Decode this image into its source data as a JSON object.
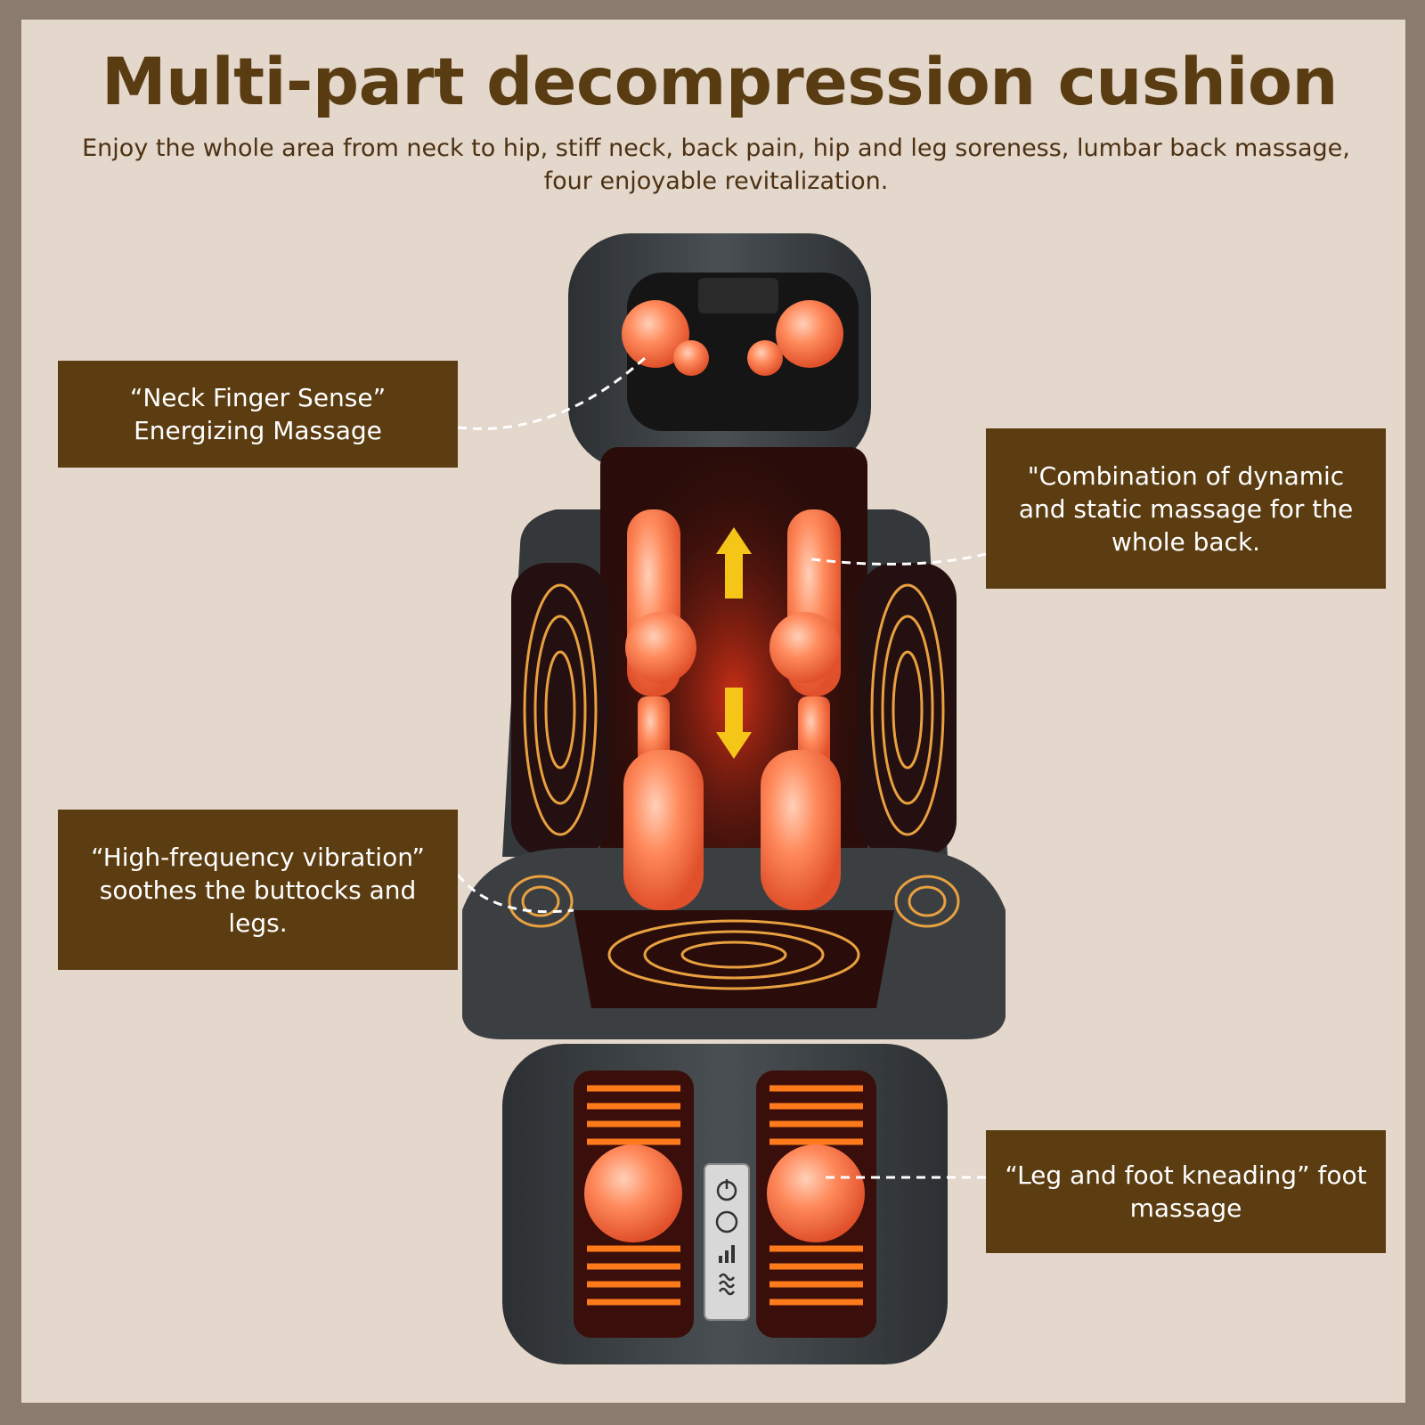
{
  "title": "Multi-part decompression cushion",
  "subtitle": "Enjoy the whole area from neck to hip, stiff neck, back pain, hip and leg soreness, lumbar back massage, four enjoyable revitalization.",
  "callouts": {
    "neck": "“Neck Finger Sense” Energizing Massage",
    "back": "\"Combination of dynamic and static massage for the whole back.",
    "vibration": "“High-frequency vibration” soothes the buttocks and legs.",
    "foot": "“Leg and foot kneading” foot massage"
  },
  "colors": {
    "background": "#e4d7cb",
    "frame": "#8b7a6e",
    "callout_bg": "#5c3d12",
    "title_text": "#5a3c13",
    "cushion": "#3b3f42",
    "massage_node": "#ff8a5c",
    "heat": "#ff7a1a",
    "arrow": "#f5c518"
  },
  "icons": [
    "power-icon",
    "mode-icon",
    "intensity-icon",
    "heat-icon"
  ]
}
